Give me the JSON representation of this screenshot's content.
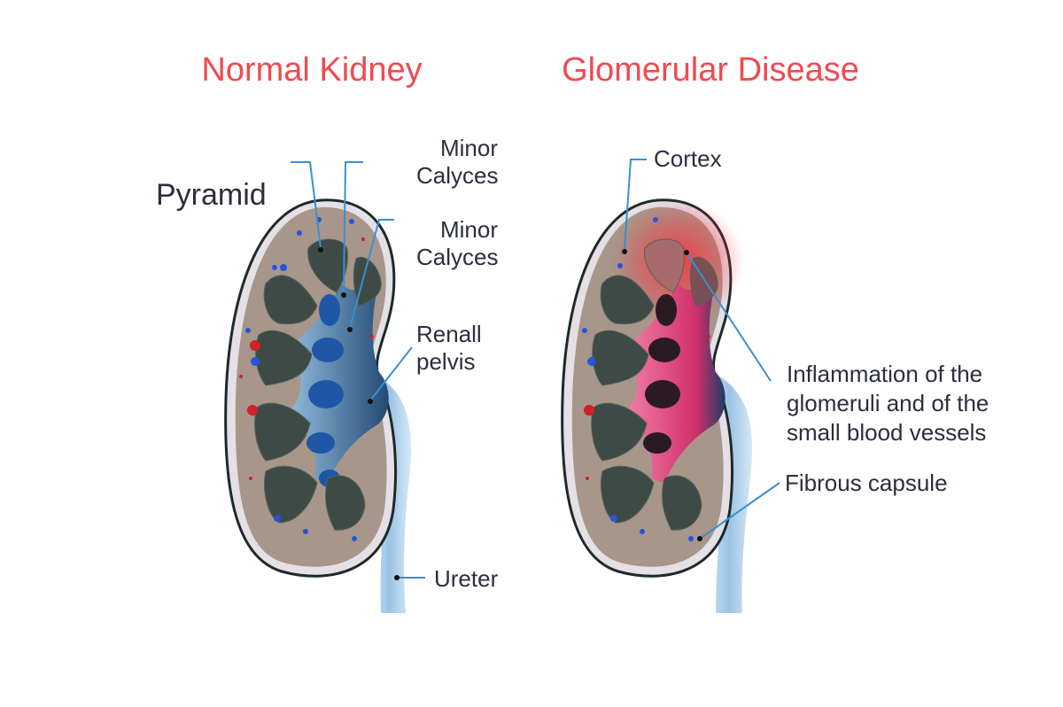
{
  "titles": {
    "left": "Normal Kidney",
    "right": "Glomerular Disease"
  },
  "left_labels": {
    "pyramid": "Pyramid",
    "minor_calyces_1": [
      "Minor",
      "Calyces"
    ],
    "minor_calyces_2": [
      "Minor",
      "Calyces"
    ],
    "renal_pelvis": [
      "Renall",
      "pelvis"
    ],
    "ureter": "Ureter"
  },
  "right_labels": {
    "cortex": "Cortex",
    "inflammation": [
      "Inflammation of the",
      "glomeruli and of the",
      "small blood vessels"
    ],
    "fibrous_capsule": "Fibrous capsule"
  },
  "colors": {
    "title": "#f04a50",
    "text": "#2b2e3f",
    "leader": "#3a8fd0",
    "cortex": "#a8968a",
    "pyramid": "#3e4a45",
    "pelvis": "#5b8fbd",
    "inflamed": "#e0457a"
  }
}
